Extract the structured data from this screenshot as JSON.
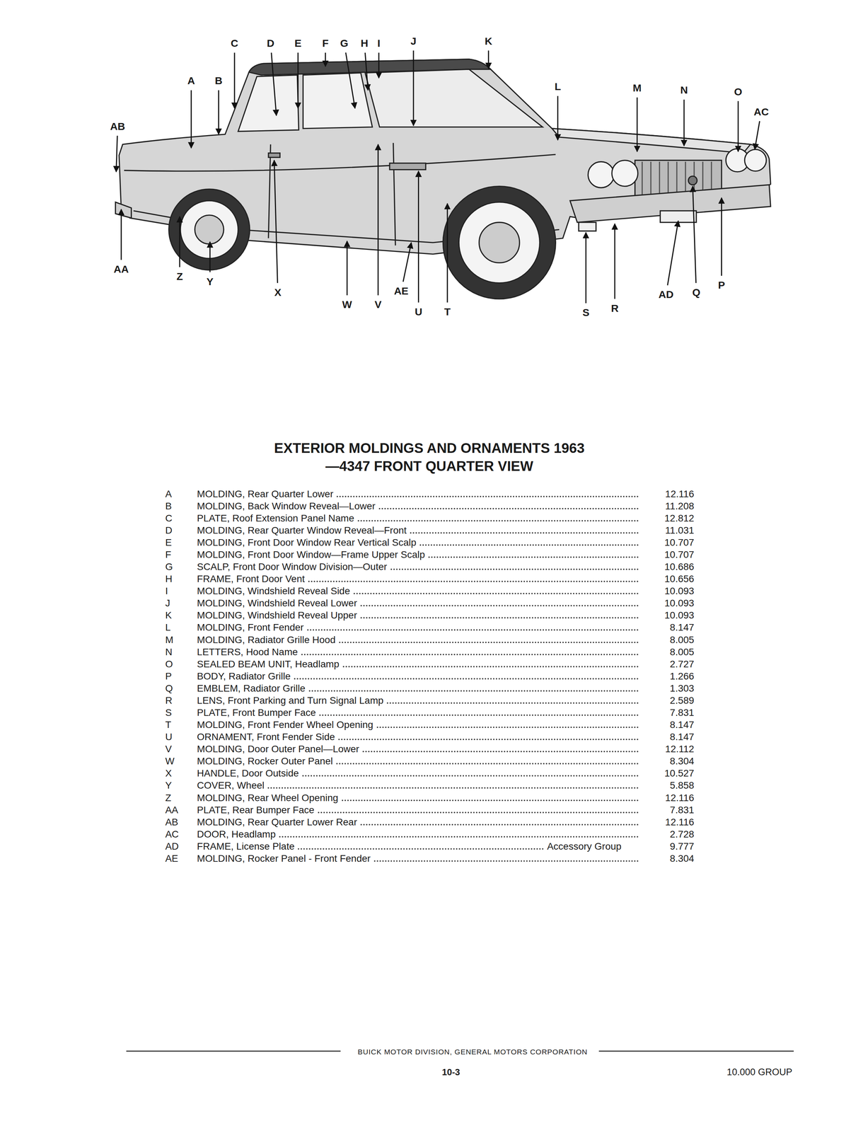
{
  "diagram": {
    "title": "EXTERIOR MOLDINGS AND ORNAMENTS 1963—4347 FRONT QUARTER VIEW",
    "labels": [
      "A",
      "B",
      "C",
      "D",
      "E",
      "F",
      "G",
      "H",
      "I",
      "J",
      "K",
      "L",
      "M",
      "N",
      "O",
      "AC",
      "AB",
      "AA",
      "Z",
      "Y",
      "X",
      "W",
      "V",
      "AE",
      "U",
      "T",
      "S",
      "R",
      "AD",
      "Q",
      "P",
      "A",
      "MOLDING, Rear Quarter Lower",
      "12.116",
      "B",
      "MOLDING, Back Window Reveal—Lower",
      "11.208",
      "C",
      "PLATE, Roof Extension Panel Name",
      "12.812",
      "D",
      "MOLDING, Rear Quarter Window Reveal—Front",
      "11.031",
      "E",
      "MOLDING, Front Door Window Rear Vertical Scalp",
      "10.707",
      "F",
      "MOLDING, Front Door Window—Frame Upper Scalp",
      "10.707",
      "G",
      "SCALP, Front Door Window Division—Outer",
      "10.686",
      "H",
      "FRAME, Front Door Vent",
      "10.656",
      "I",
      "MOLDING, Windshield Reveal Side",
      "10.093",
      "J",
      "MOLDING, Windshield Reveal Lower",
      "10.093",
      "K",
      "MOLDING, Windshield Reveal Upper",
      "10.093",
      "L",
      "MOLDING, Front Fender",
      "8.147",
      "M",
      "MOLDING, Radiator Grille Hood",
      "8.005",
      "N",
      "LETTERS, Hood Name",
      "8.005",
      "O",
      "SEALED BEAM UNIT, Headlamp",
      "2.727",
      "P",
      "BODY, Radiator Grille",
      "1.266",
      "Q",
      "EMBLEM, Radiator Grille",
      "1.303",
      "R",
      "LENS, Front Parking and Turn Signal Lamp",
      "2.589",
      "S",
      "PLATE, Front Bumper Face",
      "7.831",
      "T",
      "MOLDING, Front Fender Wheel Opening",
      "8.147",
      "U",
      "ORNAMENT, Front Fender Side",
      "8.147",
      "V",
      "MOLDING, Door Outer Panel—Lower",
      "12.112",
      "W",
      "MOLDING, Rocker Outer Panel",
      "8.304",
      "X",
      "HANDLE, Door Outside",
      "10.527",
      "Y",
      "COVER, Wheel",
      "5.858",
      "Z",
      "MOLDING, Rear Wheel Opening",
      "12.116",
      "AA",
      "PLATE, Rear Bumper Face",
      "7.831",
      "AB",
      "MOLDING, Rear Quarter Lower Rear",
      "12.116",
      "AC",
      "DOOR, Headlamp",
      "2.728",
      "AD",
      "FRAME, License Plate",
      "Accessory Group",
      "9.777",
      "AE",
      "MOLDING, Rocker Panel - Front Fender",
      "8.304",
      "BUICK MOTOR DIVISION, GENERAL MOTORS CORPORATION",
      "10-3",
      "10.000 GROUP"
    ]
  }
}
